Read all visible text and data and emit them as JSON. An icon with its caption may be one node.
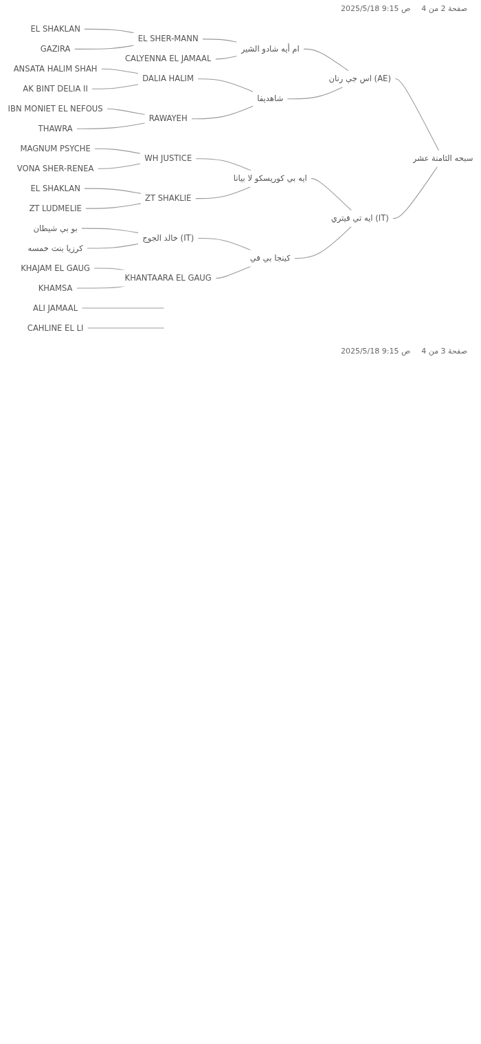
{
  "diagram": {
    "nodes": [
      {
        "text": [
          "EL SHAKLAN"
        ]
      },
      {
        "text": [
          "EL SHER-MANN"
        ]
      },
      {
        "text": [
          "GAZIRA"
        ]
      },
      {
        "text": [
          "ام أيه شادو الشير"
        ]
      },
      {
        "text": [
          "ALI JAMAAL"
        ]
      },
      {
        "text": [
          "CALYENNA EL JAMAAL"
        ]
      },
      {
        "text": [
          "CAHLINE EL LI"
        ]
      },
      {
        "text": [
          "اس جي رنان (AE)"
        ]
      },
      {
        "text": [
          "ANSATA HALIM SHAH"
        ]
      },
      {
        "text": [
          "DALIA HALIM"
        ]
      },
      {
        "text": [
          "AK BINT DELIA II"
        ]
      },
      {
        "text": [
          "شاهديفا"
        ]
      },
      {
        "text": [
          "IBN MONIET EL NEFOUS"
        ]
      },
      {
        "text": [
          "RAWAYEH"
        ]
      },
      {
        "text": [
          "THAWRA"
        ]
      },
      {
        "text": [
          "سبحه الثامنة عشر"
        ]
      },
      {
        "text": [
          "MAGNUM PSYCHE"
        ]
      },
      {
        "text": [
          "WH JUSTICE"
        ]
      },
      {
        "text": [
          "VONA SHER-RENEA"
        ]
      },
      {
        "text": [
          "ايه بي كوريسكو لا بيانا"
        ]
      },
      {
        "text": [
          "EL SHAKLAN"
        ]
      },
      {
        "text": [
          "ZT SHAKLIE"
        ]
      },
      {
        "text": [
          "ZT LUDMELIE"
        ]
      },
      {
        "text": [
          "ايه تي فيتري (IT)"
        ]
      },
      {
        "text": [
          "بو بي شيطان"
        ]
      },
      {
        "text": [
          "خالد الجوج (IT)"
        ]
      },
      {
        "text": [
          "كرزيا بنت خمسه"
        ]
      },
      {
        "text": [
          "كينجا بي في"
        ]
      },
      {
        "text": [
          "KHAJAM EL GAUG"
        ]
      },
      {
        "text": [
          "KHANTAARA EL GAUG"
        ]
      },
      {
        "text": [
          "KHAMSA"
        ]
      }
    ],
    "edges": [
      {
        "from": 0,
        "to": 1,
        "arrow": "none"
      },
      {
        "from": 2,
        "to": 1,
        "arrow": "none"
      },
      {
        "from": 1,
        "to": 3,
        "arrow": "none"
      },
      {
        "from": 5,
        "to": 3,
        "arrow": "none"
      },
      {
        "from": 4,
        "to": null,
        "arrow": "none"
      },
      {
        "from": 6,
        "to": null,
        "arrow": "none"
      },
      {
        "from": 3,
        "to": 7,
        "arrow": "none"
      },
      {
        "from": 11,
        "to": 7,
        "arrow": "none"
      },
      {
        "from": 8,
        "to": 9,
        "arrow": "none"
      },
      {
        "from": 10,
        "to": 9,
        "arrow": "none"
      },
      {
        "from": 12,
        "to": 13,
        "arrow": "none"
      },
      {
        "from": 14,
        "to": 13,
        "arrow": "none"
      },
      {
        "from": 9,
        "to": 11,
        "arrow": "none"
      },
      {
        "from": 13,
        "to": 11,
        "arrow": "none"
      },
      {
        "from": 7,
        "to": 15,
        "arrow": "none"
      },
      {
        "from": 23,
        "to": 15,
        "arrow": "none"
      },
      {
        "from": 16,
        "to": 17,
        "arrow": "none"
      },
      {
        "from": 18,
        "to": 17,
        "arrow": "none"
      },
      {
        "from": 20,
        "to": 21,
        "arrow": "none"
      },
      {
        "from": 22,
        "to": 21,
        "arrow": "none"
      },
      {
        "from": 17,
        "to": 19,
        "arrow": "none"
      },
      {
        "from": 21,
        "to": 19,
        "arrow": "none"
      },
      {
        "from": 19,
        "to": 23,
        "arrow": "none"
      },
      {
        "from": 27,
        "to": 23,
        "arrow": "none"
      },
      {
        "from": 24,
        "to": 25,
        "arrow": "none"
      },
      {
        "from": 26,
        "to": 25,
        "arrow": "none"
      },
      {
        "from": 28,
        "to": 29,
        "arrow": "none"
      },
      {
        "from": 30,
        "to": 29,
        "arrow": "none"
      },
      {
        "from": 25,
        "to": 27,
        "arrow": "none"
      },
      {
        "from": 29,
        "to": 27,
        "arrow": "none"
      }
    ],
    "labels": [
      "2025/5/18 9:15 ص",
      "صفحة 2 من 4",
      "2025/5/18 9:15 ص",
      "صفحة 3 من 4"
    ]
  }
}
